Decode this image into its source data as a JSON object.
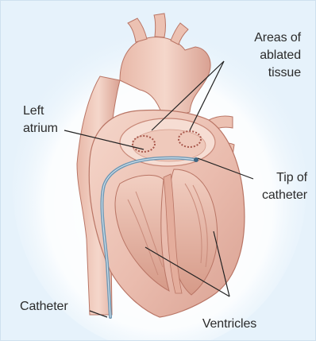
{
  "labels": {
    "areas_of_ablated_tissue": [
      "Areas of",
      "ablated",
      "tissue"
    ],
    "left_atrium": [
      "Left",
      "atrium"
    ],
    "tip_of_catheter": [
      "Tip of",
      "catheter"
    ],
    "catheter": "Catheter",
    "ventricles": "Ventricles"
  },
  "colors": {
    "background": "#e6f2fb",
    "halo": "#ffffff",
    "heart_fill": "#efc6b8",
    "heart_shadow": "#d69a88",
    "heart_dark": "#b97565",
    "catheter": "#7fa8c2",
    "leader_line": "#222222",
    "text": "#2b2b2b"
  }
}
